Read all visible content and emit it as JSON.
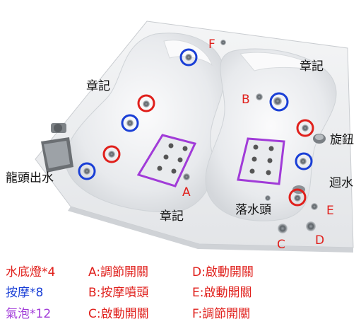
{
  "labels": {
    "zhangji_left": "章記",
    "zhangji_right": "章記",
    "zhangji_bottom": "章記",
    "faucet": "龍頭出水",
    "knob": "旋鈕",
    "return": "迴水",
    "drain": "落水頭"
  },
  "markers": {
    "A": "A",
    "B": "B",
    "C": "C",
    "D": "D",
    "E": "E",
    "F": "F"
  },
  "legend": {
    "col1": [
      "水底燈*4",
      "按摩*8",
      "氣泡*12"
    ],
    "col2": [
      "A:調節開關",
      "B:按摩噴頭",
      "C:啟動開關"
    ],
    "col3": [
      "D:啟動開關",
      "E:啟動開關",
      "F:調節開關"
    ]
  },
  "colors": {
    "red": "#e0201c",
    "blue": "#1a3fd6",
    "purple": "#a13bd8",
    "tub": "#eef0f2",
    "rim": "#f7f7f8"
  }
}
